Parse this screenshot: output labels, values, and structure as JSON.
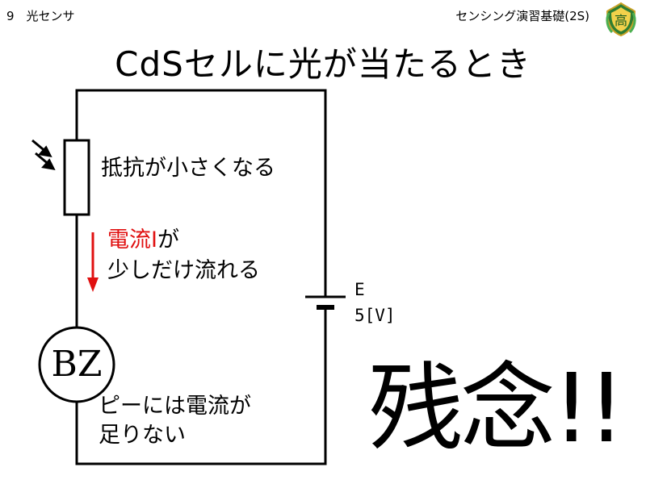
{
  "header": {
    "chapter": "9　光センサ",
    "course": "センシング演習基礎(2S)",
    "logo_text": "高"
  },
  "slide": {
    "title": "CdSセルに光が当たるとき",
    "resistor_note": "抵抗が小さくなる",
    "current_note_line1_red": "電流I",
    "current_note_line1_rest": "が",
    "current_note_line2": "少しだけ流れる",
    "battery_name": "E",
    "battery_voltage": "5[V]",
    "buzzer_label": "BZ",
    "buzzer_note_line1": "ピーには電流が",
    "buzzer_note_line2": "足りない",
    "exclamation": "残念!!"
  },
  "colors": {
    "current_arrow": "#e01010",
    "current_text": "#e01010",
    "wire": "#000000"
  },
  "icons": {
    "light": "light-arrows-icon",
    "logo": "school-emblem-icon"
  }
}
